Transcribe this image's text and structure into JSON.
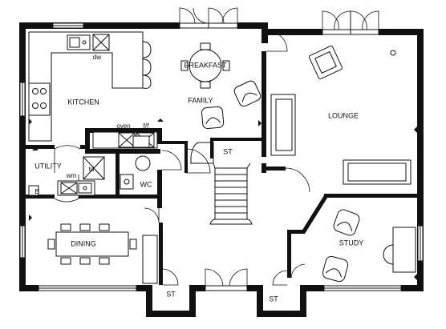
{
  "rooms": {
    "kitchen": "KITCHEN",
    "breakfast": "BREAKFAST",
    "family": "FAMILY",
    "lounge": "LOUNGE",
    "utility": "UTILITY",
    "wc": "WC",
    "dining": "DINING",
    "study": "STUDY",
    "stairs_top": "ST",
    "store_left": "ST",
    "store_right": "ST"
  },
  "appliances": {
    "dishwasher": "dw",
    "oven": "oven",
    "fridge_freezer": "f/f",
    "washing_machine": "wm",
    "tumble_dryer": "td",
    "boiler": "B"
  }
}
